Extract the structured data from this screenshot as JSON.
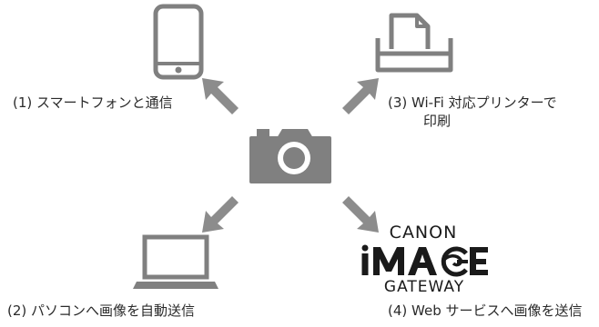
{
  "diagram": {
    "labels": {
      "smartphone": "(1) スマートフォンと通信",
      "printer_line1": "(3) Wi-Fi 対応プリンターで",
      "printer_line2": "印刷",
      "computer": "(2) パソコンへ画像を自動送信",
      "web_service": "(4) Web サービスへ画像を送信"
    },
    "logo": {
      "top": "CANON",
      "main": "iMAGE",
      "bottom": "GATEWAY"
    },
    "icons": {
      "smartphone": "smartphone-icon",
      "printer": "printer-icon",
      "camera": "camera-icon",
      "laptop": "laptop-icon",
      "arrows": "arrow-icon"
    },
    "colors": {
      "icon_gray": "#808080",
      "arrow_gray": "#8c8c8c",
      "text": "#2a2a2a"
    }
  }
}
